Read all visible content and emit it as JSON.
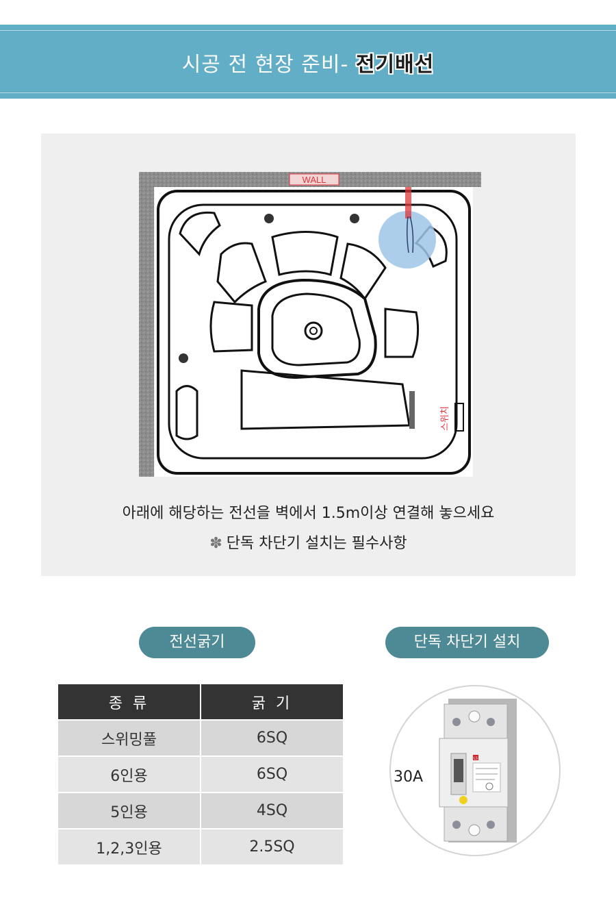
{
  "header": {
    "title_prefix": "시공 전 현장 준비- ",
    "title_highlight": "전기배선"
  },
  "diagram": {
    "wall_label": "WALL",
    "switch_label": "스위치",
    "colors": {
      "wall": "#8c8c8c",
      "wire": "#e0343c",
      "highlight": "#9ec5e8"
    }
  },
  "notes": {
    "line1": "아래에 해당하는 전선을 벽에서 1.5m이상 연결해 놓으세요",
    "line2_symbol": "✽",
    "line2_text": "단독 차단기 설치는 필수사항"
  },
  "sections": {
    "wire_gauge_label": "전선굵기",
    "breaker_label": "단독 차단기 설치"
  },
  "wire_table": {
    "headers": [
      "종 류",
      "굵 기"
    ],
    "rows": [
      [
        "스위밍풀",
        "6SQ"
      ],
      [
        "6인용",
        "6SQ"
      ],
      [
        "5인용",
        "4SQ"
      ],
      [
        "1,2,3인용",
        "2.5SQ"
      ]
    ]
  },
  "breaker": {
    "amperage": "30A",
    "brand": "LS"
  },
  "colors": {
    "banner": "#62aec6",
    "pill": "#4d8a96",
    "table_header": "#333333",
    "panel": "#efeff0"
  }
}
